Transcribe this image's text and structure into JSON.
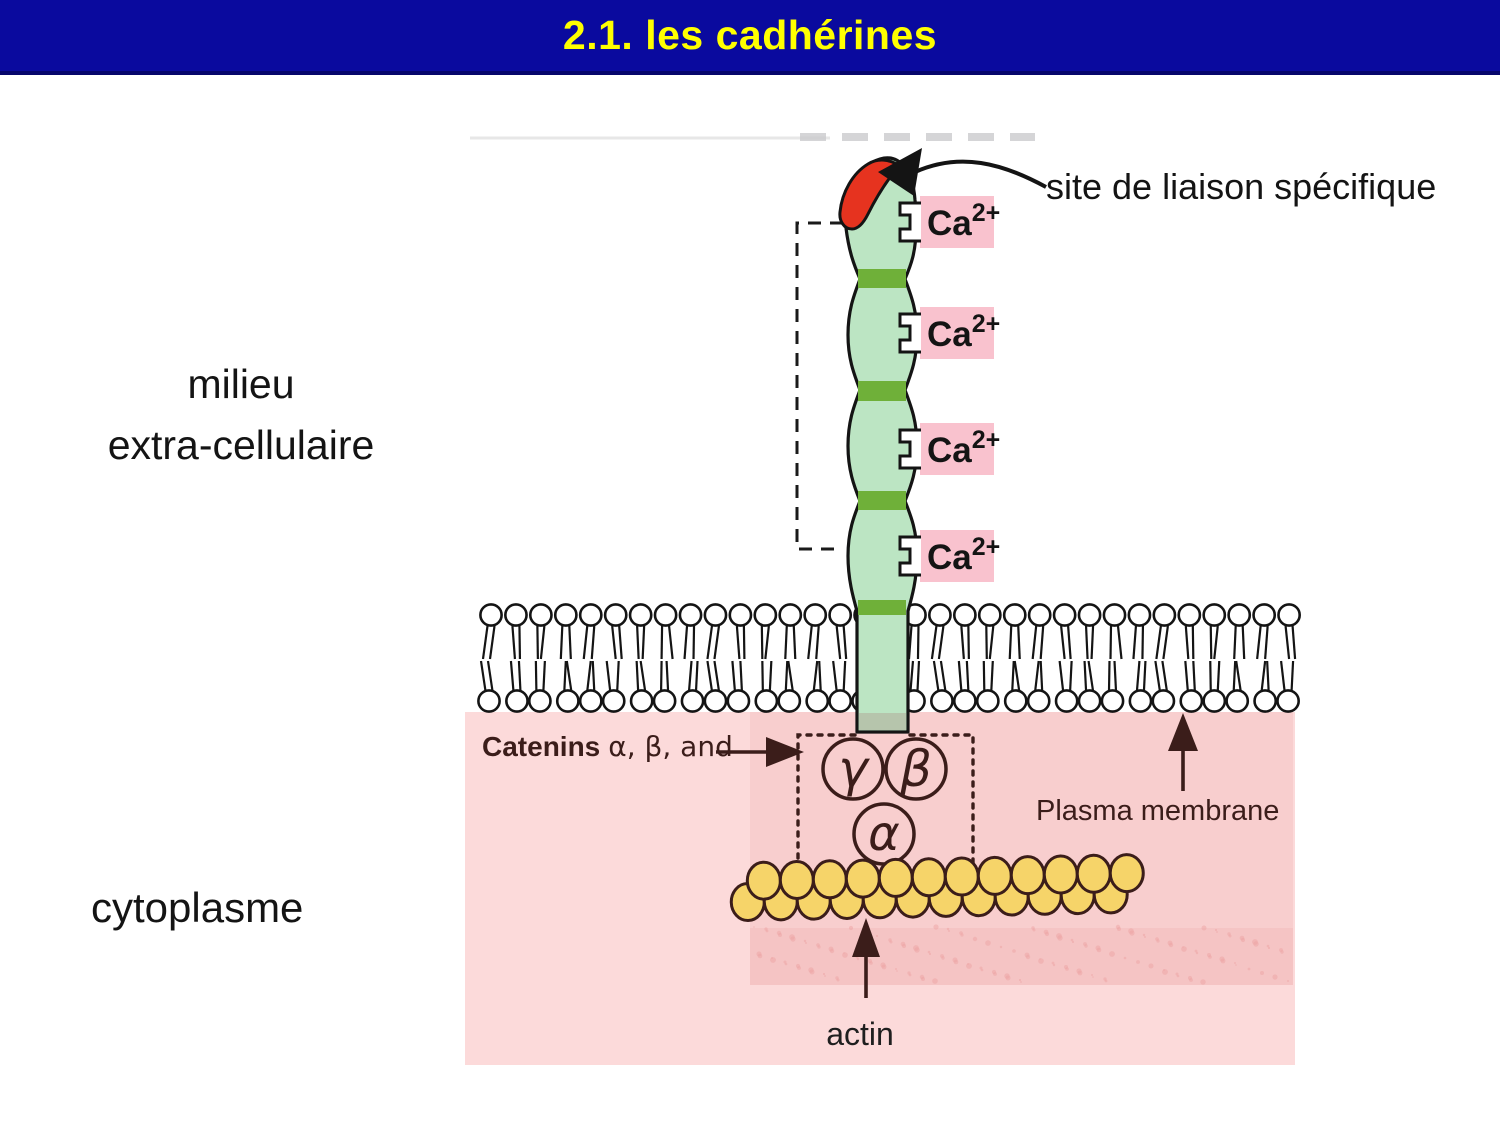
{
  "header": {
    "title": "2.1. les cadhérines"
  },
  "labels": {
    "extracellular": [
      "milieu",
      "extra-cellulaire"
    ],
    "cytoplasm": "cytoplasme",
    "binding_site": "site de liaison spécifique",
    "actin": "actin",
    "plasma_membrane": "Plasma membrane",
    "catenins_bold": "Catenins",
    "catenins_rest": "α, β, and"
  },
  "diagram": {
    "ca_label_base": "Ca",
    "ca_label_sup": "2+",
    "ca_site_count": 4,
    "catenin_subunits": [
      "γ",
      "β",
      "α"
    ]
  },
  "colors": {
    "header_bg": "#0a0a9e",
    "header_text": "#ffff00",
    "cytoplasm_pink": "#fcdada",
    "scan_pink": "#f8cece",
    "scan_band_pink": "#f5c4c4",
    "ca_box_pink": "#f9c2ce",
    "molecule_green": "#bce5c3",
    "band_green": "#6fb039",
    "stem_below_green": "#b6c5ac",
    "binding_site_red": "#e6331f",
    "actin_yellow": "#f6d469",
    "annotation_maroon": "#3b1d1a",
    "ink_black": "#141414"
  }
}
